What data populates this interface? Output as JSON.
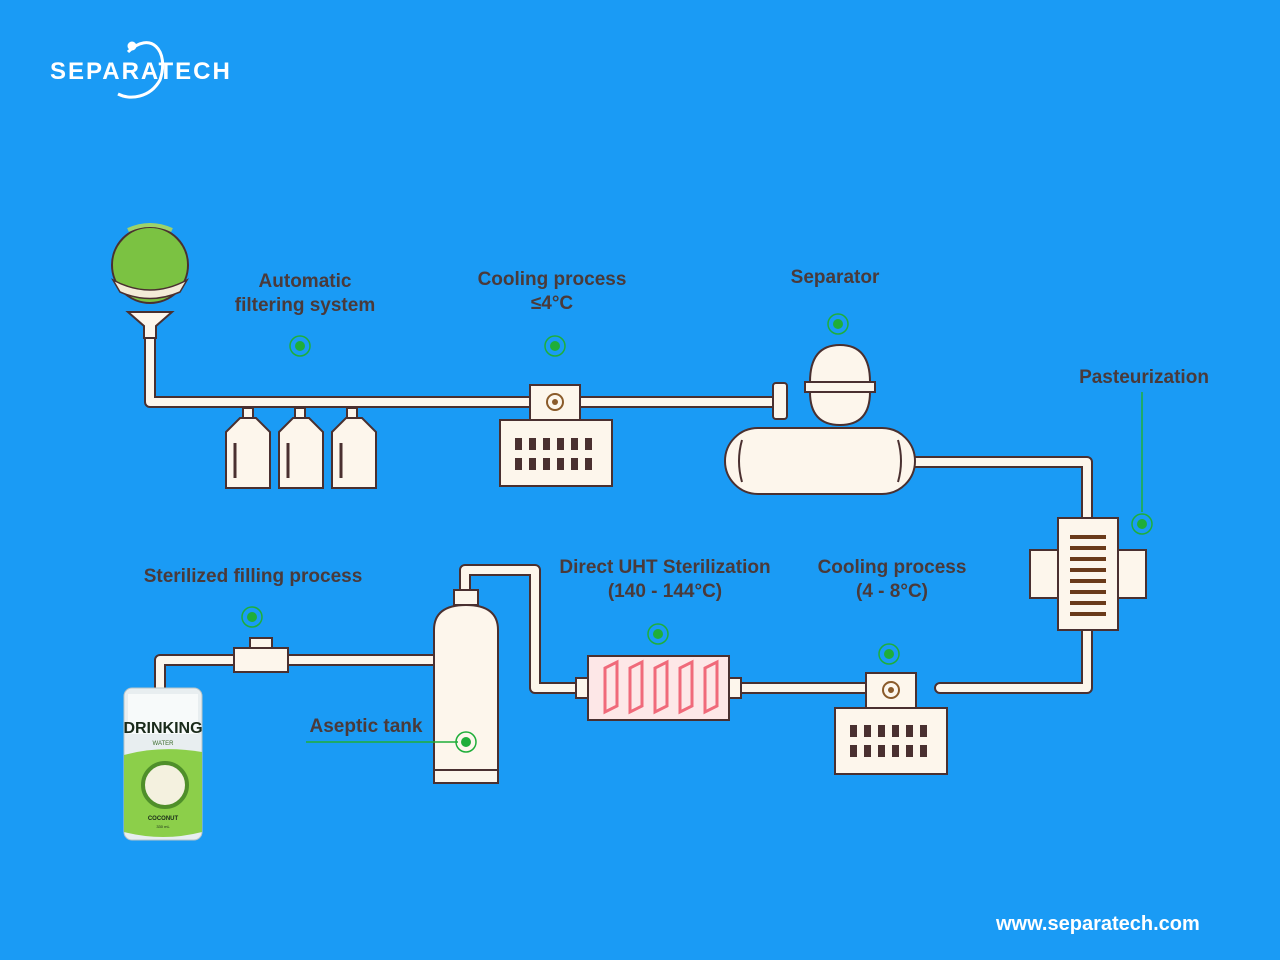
{
  "brand": {
    "name": "SEPARATECH",
    "website": "www.separatech.com"
  },
  "colors": {
    "background": "#1a9bf5",
    "pipe": "#fdf6ec",
    "outline": "#4a3030",
    "marker": "#1fae3a",
    "label": "#4a3a3a",
    "uht_fin": "#f06a7a"
  },
  "steps": {
    "filtering": [
      "Automatic",
      "filtering system"
    ],
    "cooling1": [
      "Cooling process",
      "≤4°C"
    ],
    "separator": [
      "Separator"
    ],
    "pasteurization": [
      "Pasteurization"
    ],
    "cooling2": [
      "Cooling process",
      "(4 - 8°C)"
    ],
    "uht": [
      "Direct UHT Sterilization",
      "(140 - 144°C)"
    ],
    "aseptic": [
      "Aseptic tank"
    ],
    "filling": [
      "Sterilized filling process"
    ]
  },
  "product_can": {
    "title": "DRINKING",
    "subtitle": "WATER",
    "flavor": "COCONUT",
    "volume": "330 mL"
  }
}
